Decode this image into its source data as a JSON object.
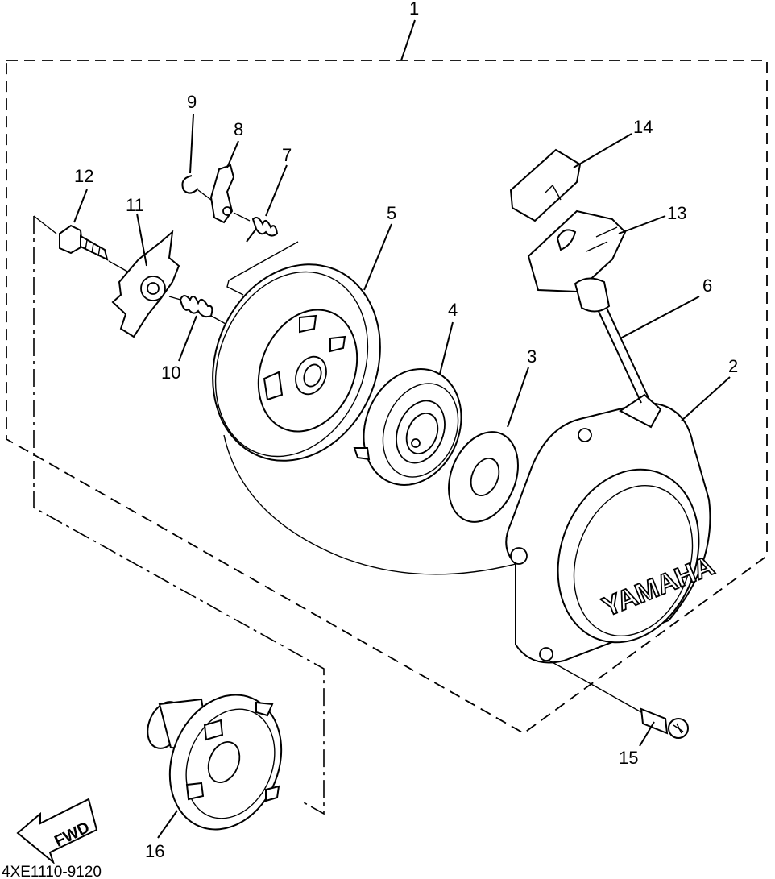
{
  "diagram": {
    "drawing_code": "4XE1110-9120",
    "brand_text": "YAMAHA",
    "fwd_text": "FWD",
    "callouts": [
      {
        "id": "1",
        "text": "1"
      },
      {
        "id": "2",
        "text": "2"
      },
      {
        "id": "3",
        "text": "3"
      },
      {
        "id": "4",
        "text": "4"
      },
      {
        "id": "5",
        "text": "5"
      },
      {
        "id": "6",
        "text": "6"
      },
      {
        "id": "7",
        "text": "7"
      },
      {
        "id": "8",
        "text": "8"
      },
      {
        "id": "9",
        "text": "9"
      },
      {
        "id": "10",
        "text": "10"
      },
      {
        "id": "11",
        "text": "11"
      },
      {
        "id": "12",
        "text": "12"
      },
      {
        "id": "13",
        "text": "13"
      },
      {
        "id": "14",
        "text": "14"
      },
      {
        "id": "15",
        "text": "15"
      },
      {
        "id": "16",
        "text": "16"
      }
    ]
  }
}
